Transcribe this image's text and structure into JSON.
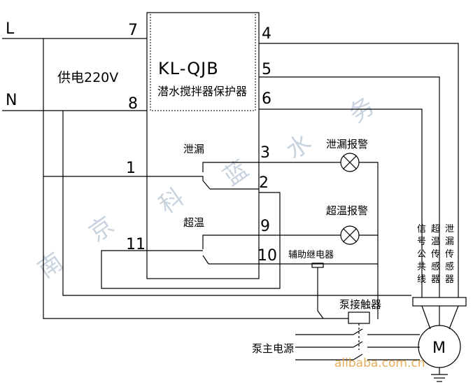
{
  "device": {
    "model": "KL-QJB",
    "name": "潜水搅拌器保护器"
  },
  "supply": {
    "line_label": "L",
    "neutral_label": "N",
    "text": "供电220V"
  },
  "terminals": {
    "t1": "1",
    "t2": "2",
    "t3": "3",
    "t4": "4",
    "t5": "5",
    "t6": "6",
    "t7": "7",
    "t8": "8",
    "t9": "9",
    "t10": "10",
    "t11": "11"
  },
  "labels": {
    "leak": "泄漏",
    "overtemp": "超温",
    "leak_alarm": "泄漏报警",
    "overtemp_alarm": "超温报警",
    "aux_relay": "辅助继电器",
    "pump_contactor": "泵接触器",
    "pump_power": "泵主电源",
    "motor": "M"
  },
  "cable_labels": {
    "signal_common": [
      "信",
      "号",
      "公",
      "共",
      "线"
    ],
    "overtemp_sensor": [
      "超",
      "温",
      "传",
      "感",
      "器"
    ],
    "leak_sensor": [
      "泄",
      "漏",
      "传",
      "感",
      "器"
    ]
  },
  "watermark": {
    "chars": [
      "南",
      "京",
      "科",
      "蓝",
      "水",
      "务"
    ],
    "site": "alibaba.com.cn"
  }
}
